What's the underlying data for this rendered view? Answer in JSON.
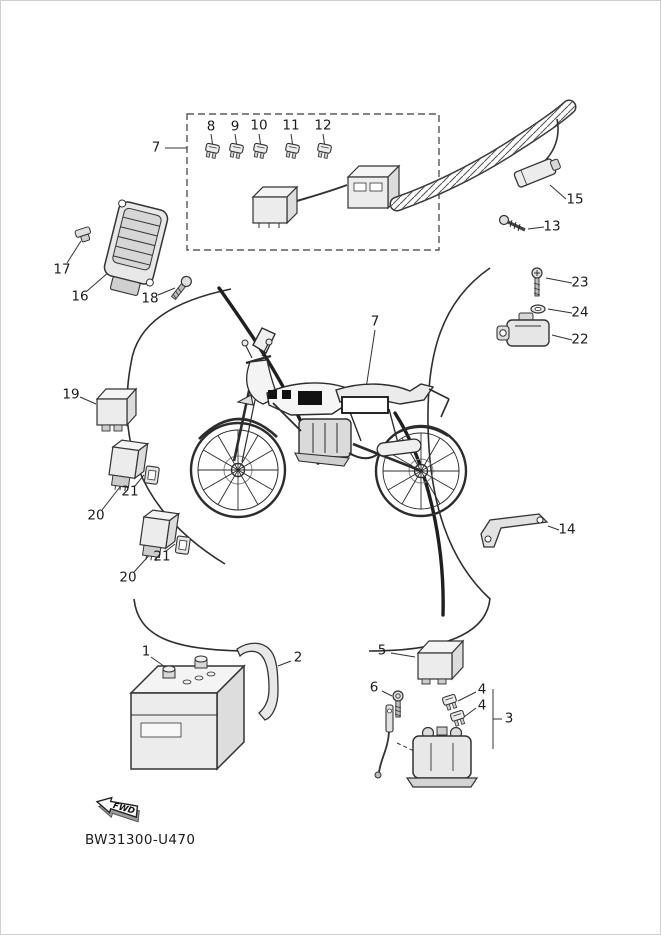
{
  "diagram": {
    "drawing_number": "BW31300-U470",
    "fwd_label": "FWD"
  },
  "callouts": [
    "7",
    "8",
    "9",
    "10",
    "11",
    "12",
    "15",
    "13",
    "23",
    "24",
    "22",
    "17",
    "16",
    "18",
    "19",
    "21",
    "20",
    "21",
    "20",
    "7",
    "14",
    "1",
    "2",
    "5",
    "6",
    "4",
    "4",
    "3"
  ]
}
